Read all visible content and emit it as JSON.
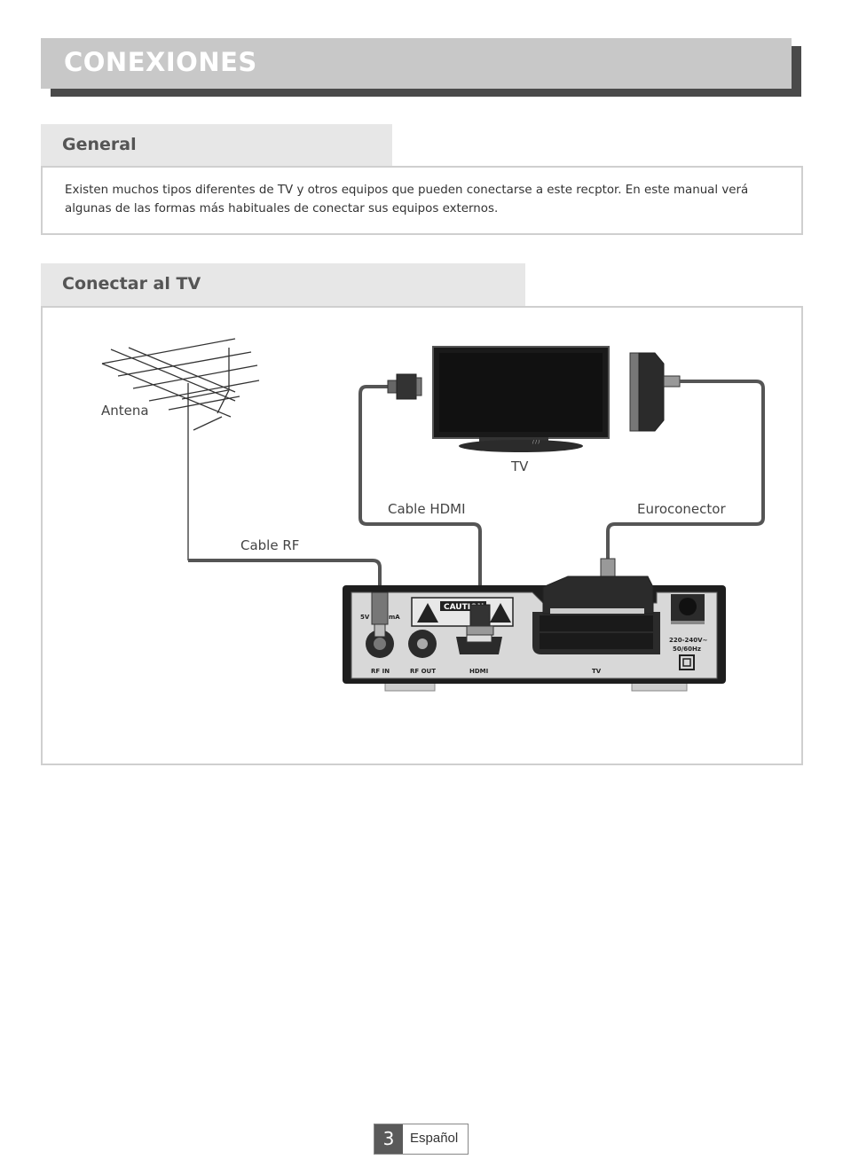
{
  "page_title": "CONEXIONES",
  "sections": {
    "general": {
      "heading": "General",
      "text": "Existen muchos tipos diferentes de TV y otros equipos que pueden conectarse a este recptor. En este manual verá algunas de las formas más habituales de conectar sus equipos externos."
    },
    "connect_tv": {
      "heading": "Conectar al TV",
      "labels": {
        "antenna": "Antena",
        "tv": "TV",
        "cable_hdmi": "Cable HDMI",
        "euroconnector": "Euroconector",
        "cable_rf": "Cable RF"
      },
      "receiver_panel": {
        "caution": "CAUTION",
        "power_rating": "5V",
        "current_rating": "mA",
        "port_rf_in": "RF IN",
        "port_rf_out": "RF OUT",
        "port_hdmi": "HDMI",
        "port_tv": "TV",
        "power_spec_1": "220-240V~",
        "power_spec_2": "50/60Hz"
      }
    }
  },
  "footer": {
    "page_number": "3",
    "language": "Español"
  }
}
